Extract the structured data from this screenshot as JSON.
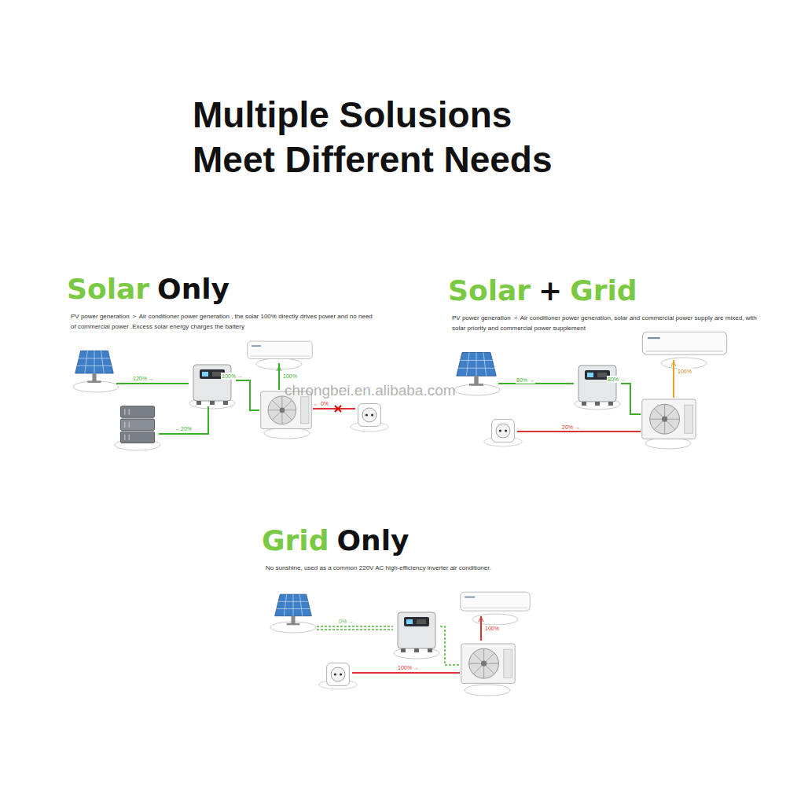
{
  "diagram": {
    "title": "Multiple Solusions Meet Different Needs",
    "nodes": [
      {
        "text": [
          "Solar",
          "Only",
          "PV power generation ＞ Air conditioner power generation , the solar 100% directly drives power and no need of commercial power .Excess solar energy charges the battery"
        ]
      },
      {
        "text": [
          "Solar",
          "+",
          "Grid",
          "PV power generation ＜ Air conditioner power generation, solar and commercial power supply are mixed, with solar priority and commercial power supplement"
        ]
      },
      {
        "text": [
          "Grid",
          "Only",
          "No sunshine, used as a common 220V AC high-efficiency inverter air conditioner."
        ]
      }
    ],
    "labels": [
      "120% →",
      "100% →",
      "100%",
      "← 0%",
      "←20%",
      "80% →",
      "80% →",
      "100%",
      "20% →",
      "0% →",
      "100% →",
      "100%",
      "chrongbei.en.alibaba.com"
    ]
  }
}
